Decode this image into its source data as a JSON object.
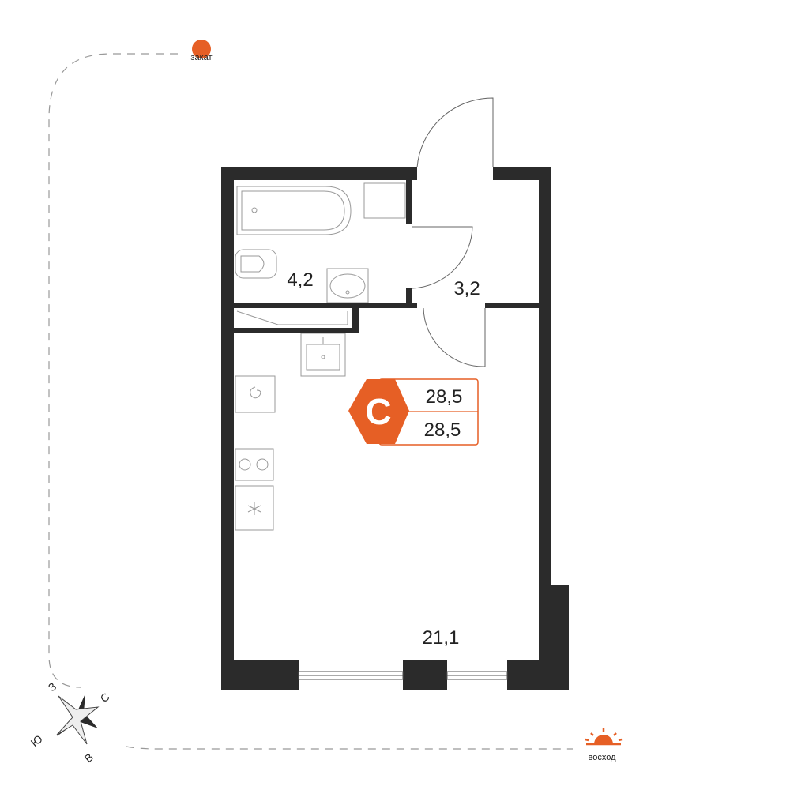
{
  "rooms": {
    "bathroom_area": "4,2",
    "hall_area": "3,2",
    "living_area": "21,1"
  },
  "badge": {
    "letter": "С",
    "total_area": "28,5",
    "living_total": "28,5"
  },
  "orientation": {
    "sunset_label": "закат",
    "sunrise_label": "восход",
    "compass": {
      "north": "С",
      "south": "Ю",
      "west": "З",
      "east": "В"
    }
  },
  "colors": {
    "accent": "#e65f25",
    "wall": "#2b2b2b",
    "fixture": "#9a9a9a"
  }
}
